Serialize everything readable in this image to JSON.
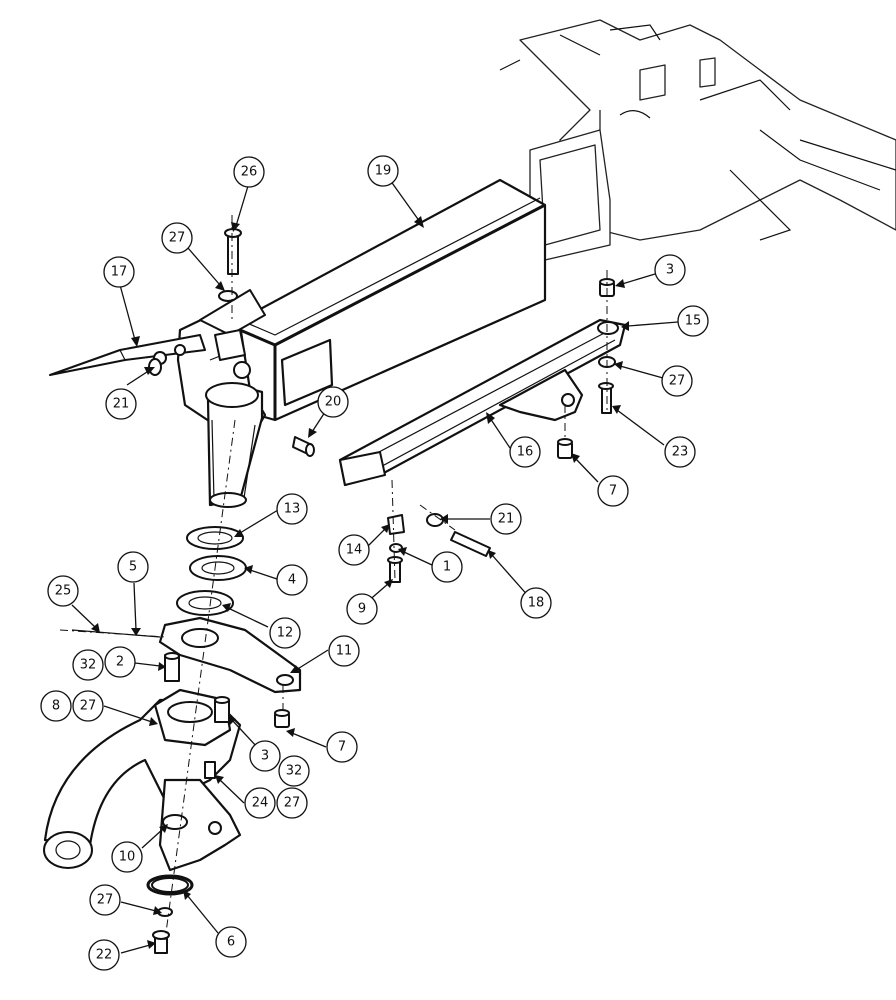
{
  "callouts": [
    {
      "id": "c26a",
      "label": "26"
    },
    {
      "id": "c19",
      "label": "19"
    },
    {
      "id": "c27a",
      "label": "27"
    },
    {
      "id": "c17",
      "label": "17"
    },
    {
      "id": "c3a",
      "label": "3"
    },
    {
      "id": "c15",
      "label": "15"
    },
    {
      "id": "c27b",
      "label": "27"
    },
    {
      "id": "c21a",
      "label": "21"
    },
    {
      "id": "c20",
      "label": "20"
    },
    {
      "id": "c23",
      "label": "23"
    },
    {
      "id": "c16",
      "label": "16"
    },
    {
      "id": "c7a",
      "label": "7"
    },
    {
      "id": "c13",
      "label": "13"
    },
    {
      "id": "c21b",
      "label": "21"
    },
    {
      "id": "c14",
      "label": "14"
    },
    {
      "id": "c1",
      "label": "1"
    },
    {
      "id": "c4",
      "label": "4"
    },
    {
      "id": "c18",
      "label": "18"
    },
    {
      "id": "c9",
      "label": "9"
    },
    {
      "id": "c5",
      "label": "5"
    },
    {
      "id": "c25",
      "label": "25"
    },
    {
      "id": "c12",
      "label": "12"
    },
    {
      "id": "c11",
      "label": "11"
    },
    {
      "id": "c32a",
      "label": "32"
    },
    {
      "id": "c2",
      "label": "2"
    },
    {
      "id": "c8",
      "label": "8"
    },
    {
      "id": "c27c",
      "label": "27"
    },
    {
      "id": "c7b",
      "label": "7"
    },
    {
      "id": "c3b",
      "label": "3"
    },
    {
      "id": "c32b",
      "label": "32"
    },
    {
      "id": "c24",
      "label": "24"
    },
    {
      "id": "c27d",
      "label": "27"
    },
    {
      "id": "c10",
      "label": "10"
    },
    {
      "id": "c27e",
      "label": "27"
    },
    {
      "id": "c6",
      "label": "6"
    },
    {
      "id": "c22",
      "label": "22"
    }
  ]
}
